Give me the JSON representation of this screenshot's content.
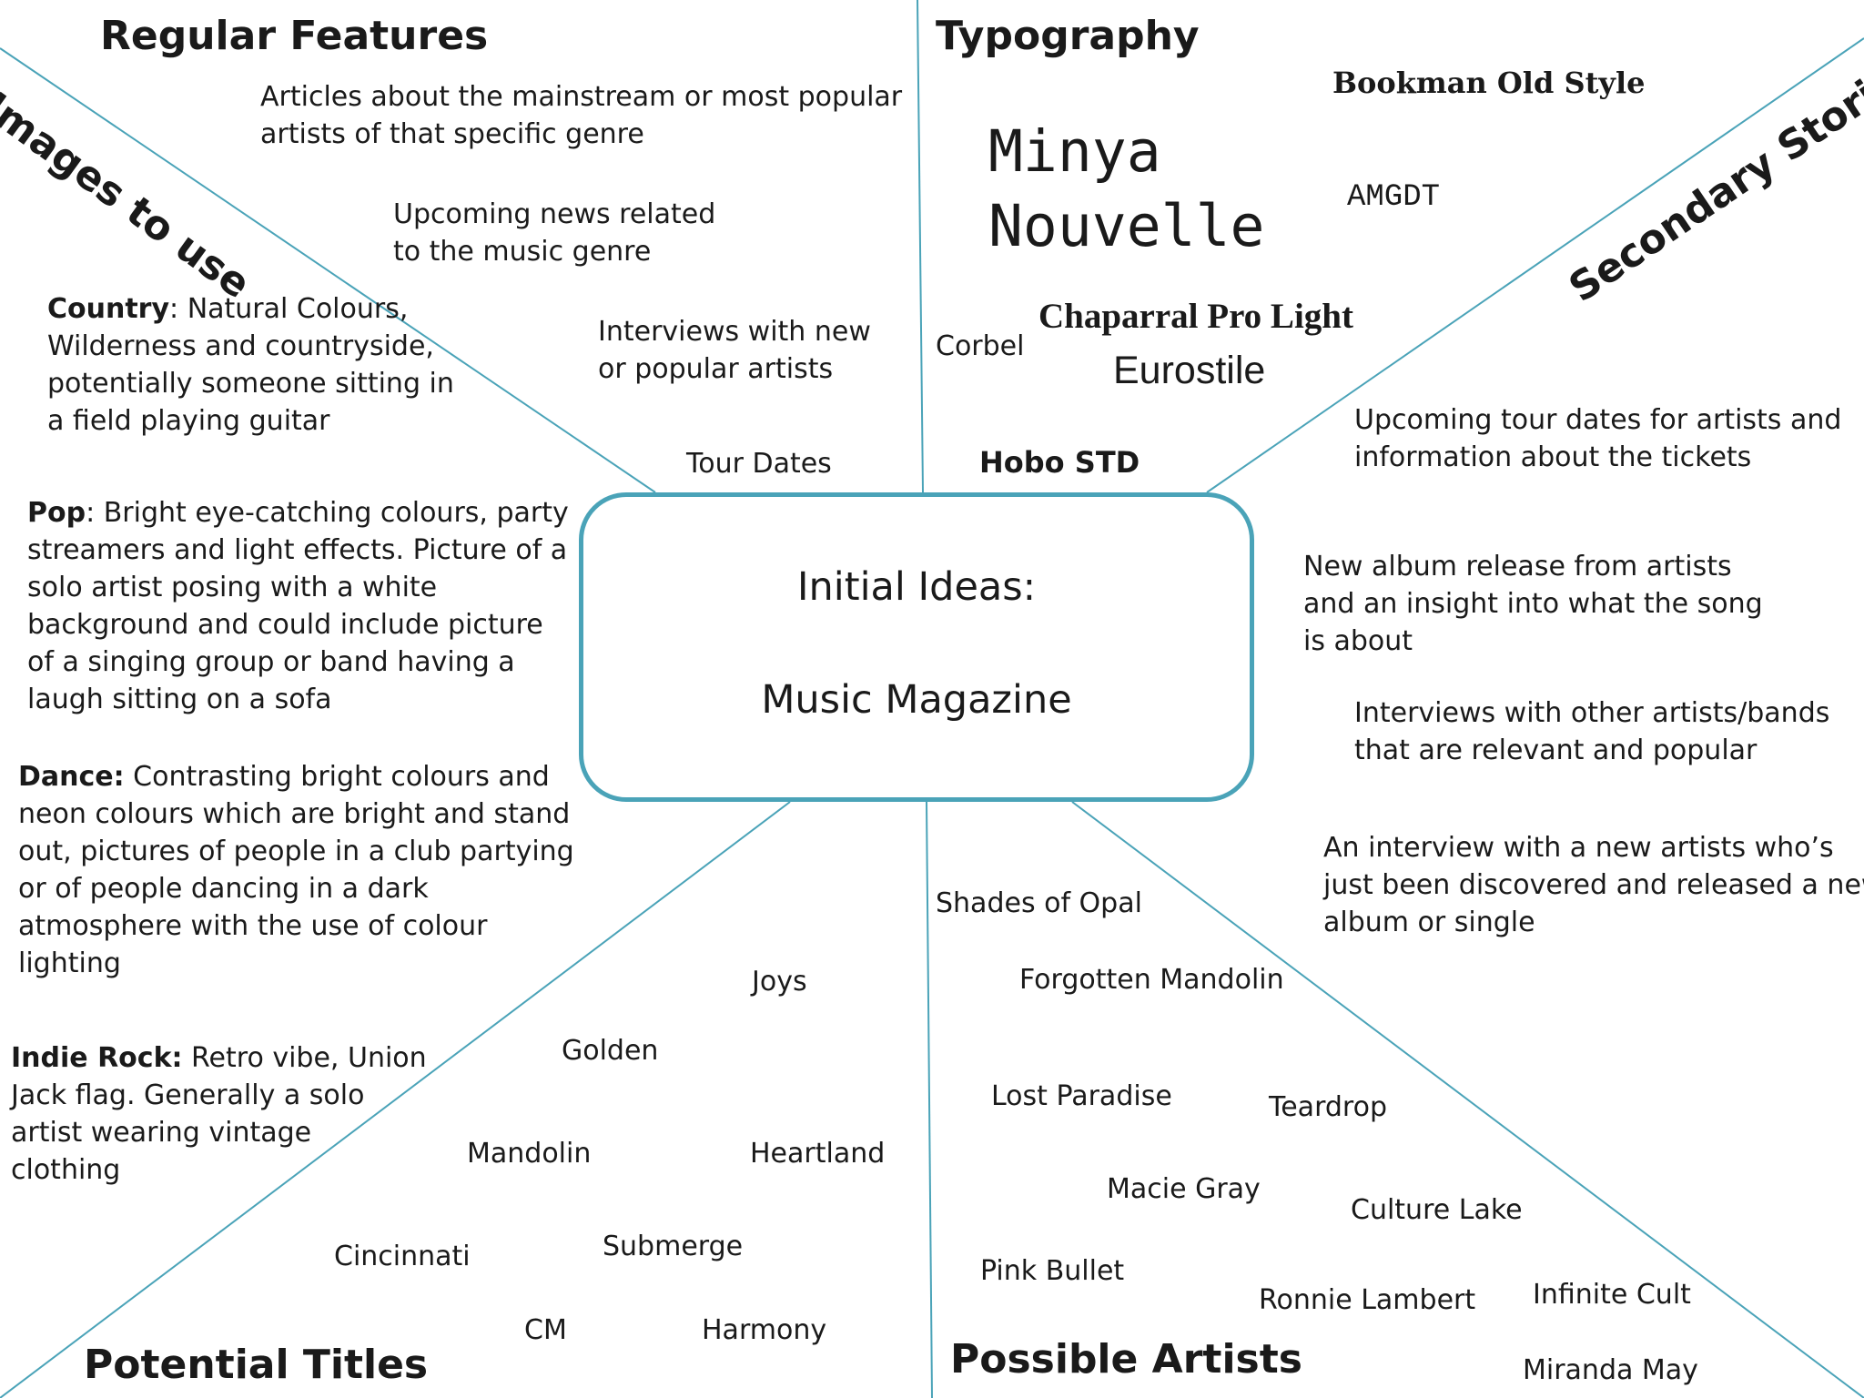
{
  "center": {
    "line1": "Initial Ideas:",
    "line2": "Music Magazine"
  },
  "headings": {
    "regular_features": "Regular Features",
    "typography": "Typography",
    "images_to_use": "Images to use",
    "secondary_stories": "Secondary Stories",
    "potential_titles": "Potential Titles",
    "possible_artists": "Possible Artists"
  },
  "regular_features": [
    [
      "Articles about the mainstream or most popular",
      "artists of that specific genre"
    ],
    [
      "Upcoming news related",
      "to the music genre"
    ],
    [
      "Interviews with new",
      "or popular artists"
    ],
    [
      "Tour Dates"
    ]
  ],
  "fonts": {
    "bookman": "Bookman Old Style",
    "minya1": "Minya",
    "minya2": "Nouvelle",
    "amgdt": "AMGDT",
    "chaparral": "Chaparral Pro Light",
    "corbel": "Corbel",
    "eurostile": "Eurostile",
    "hobo": "Hobo STD"
  },
  "images": {
    "country": {
      "genre": "Country",
      "text": [
        ": Natural Colours,",
        "Wilderness and countryside,",
        "potentially someone sitting in",
        "a field playing guitar"
      ]
    },
    "pop": {
      "genre": "Pop",
      "text": [
        ": Bright eye-catching colours, party",
        "streamers and light effects. Picture of a",
        "solo artist posing with a white",
        "background and could include picture",
        "of a singing group or band having a",
        "laugh sitting on a sofa"
      ]
    },
    "dance": {
      "genre": "Dance:",
      "text": [
        " Contrasting bright colours and",
        "neon colours which are bright and stand",
        "out, pictures of people in a club partying",
        "or of people dancing in a dark",
        "atmosphere with the use of colour",
        "lighting"
      ]
    },
    "indie": {
      "genre": "Indie Rock:",
      "text": [
        " Retro vibe, Union",
        "Jack flag. Generally a solo",
        "artist wearing vintage",
        "clothing"
      ]
    }
  },
  "secondary": [
    [
      "Upcoming tour  dates for artists and",
      "information about the tickets"
    ],
    [
      "New album release from artists",
      "and an insight into what the song",
      "is about"
    ],
    [
      "Interviews with other artists/bands",
      "that are relevant and popular"
    ],
    [
      "An interview with a new artists who’s",
      "just been discovered and released a new",
      "album or single"
    ]
  ],
  "titles": [
    "Joys",
    "Golden",
    "Mandolin",
    "Heartland",
    "Cincinnati",
    "Submerge",
    "CM",
    "Harmony"
  ],
  "artists": [
    "Shades of Opal",
    "Forgotten Mandolin",
    "Lost Paradise",
    "Teardrop",
    "Macie Gray",
    "Culture Lake",
    "Pink Bullet",
    "Ronnie Lambert",
    "Infinite Cult",
    "Miranda May"
  ],
  "colors": {
    "accent": "#4aa3b8"
  }
}
